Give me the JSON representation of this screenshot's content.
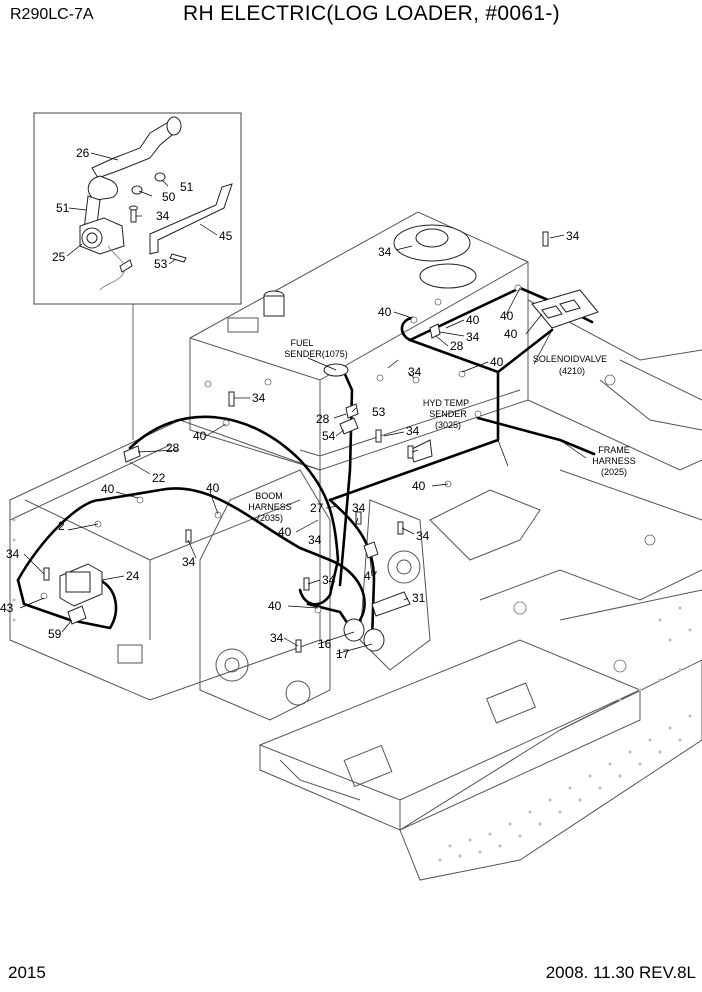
{
  "header": {
    "model": "R290LC-7A",
    "title": "RH ELECTRIC(LOG LOADER, #0061-)"
  },
  "footer": {
    "page": "2015",
    "revision": "2008. 11.30  REV.8L"
  },
  "callouts": {
    "fuel_sender": [
      "FUEL",
      "SENDER(1075)"
    ],
    "hyd_temp_sender": [
      "HYD TEMP",
      "SENDER",
      "(3025)"
    ],
    "solenoid_valve": [
      "SOLENOIDVALVE",
      "(4210)"
    ],
    "frame_harness": [
      "FRAME",
      "HARNESS",
      "(2025)"
    ],
    "boom_harness": [
      "BOOM",
      "HARNESS",
      "(2035)"
    ]
  },
  "part_numbers": [
    "26",
    "51",
    "50",
    "51",
    "34",
    "45",
    "25",
    "53",
    "34",
    "34",
    "40",
    "40",
    "34",
    "28",
    "40",
    "40",
    "34",
    "28",
    "40",
    "53",
    "54",
    "34",
    "34",
    "40",
    "40",
    "28",
    "22",
    "40",
    "40",
    "2",
    "27",
    "34",
    "34",
    "40",
    "34",
    "34",
    "34",
    "24",
    "47",
    "31",
    "40",
    "43",
    "59",
    "34",
    "16",
    "17",
    "34"
  ]
}
